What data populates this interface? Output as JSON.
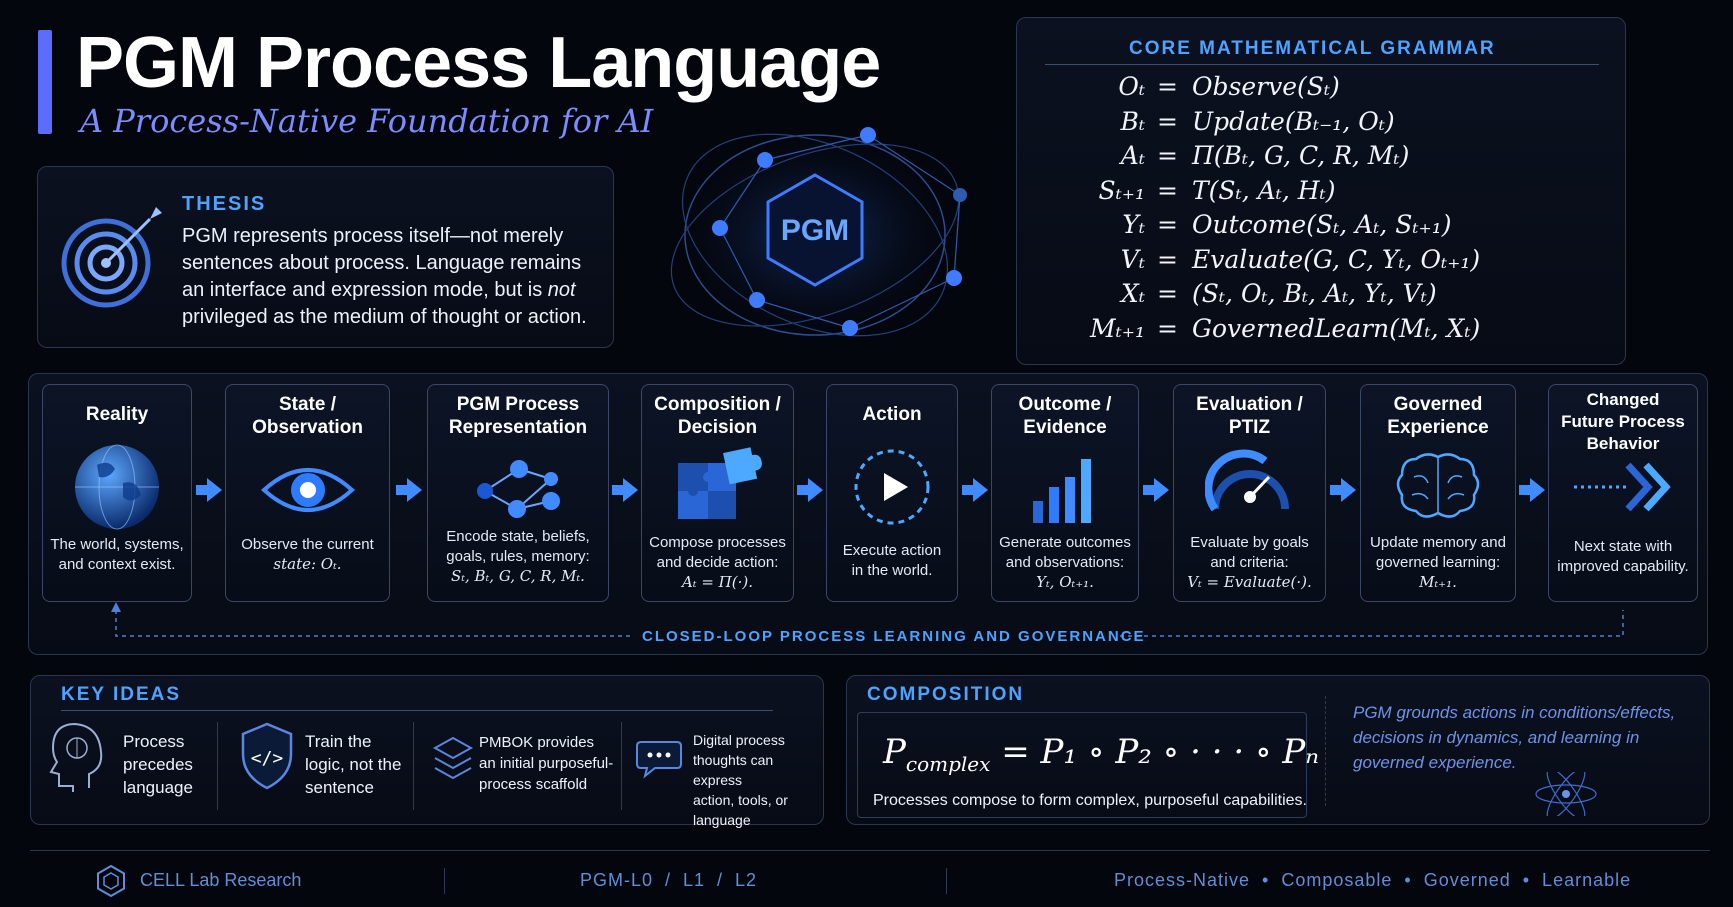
{
  "header": {
    "title": "PGM Process Language",
    "subtitle": "A Process-Native Foundation for AI"
  },
  "thesis": {
    "heading": "THESIS",
    "text_part1": "PGM represents process itself—not merely sentences about process. Language remains an interface and expression mode, but is ",
    "text_emphasis": "not",
    "text_part2": " privileged as the medium of thought or action."
  },
  "center_graphic": {
    "label": "PGM"
  },
  "grammar": {
    "heading": "CORE MATHEMATICAL GRAMMAR",
    "rows": [
      {
        "lhs": "Oₜ",
        "rhs": "Observe(Sₜ)"
      },
      {
        "lhs": "Bₜ",
        "rhs": "Update(Bₜ₋₁, Oₜ)"
      },
      {
        "lhs": "Aₜ",
        "rhs": "Π(Bₜ, G, C, R, Mₜ)"
      },
      {
        "lhs": "Sₜ₊₁",
        "rhs": "T(Sₜ, Aₜ, Hₜ)"
      },
      {
        "lhs": "Yₜ",
        "rhs": "Outcome(Sₜ, Aₜ, Sₜ₊₁)"
      },
      {
        "lhs": "Vₜ",
        "rhs": "Evaluate(G, C, Yₜ, Oₜ₊₁)"
      },
      {
        "lhs": "Xₜ",
        "rhs": "(Sₜ, Oₜ, Bₜ, Aₜ, Yₜ, Vₜ)"
      },
      {
        "lhs": "Mₜ₊₁",
        "rhs": "GovernedLearn(Mₜ, Xₜ)"
      }
    ],
    "equals": "="
  },
  "pipeline": {
    "steps": [
      {
        "title": "Reality",
        "desc": "The world, systems,\nand context exist.",
        "math": ""
      },
      {
        "title": "State /\nObservation",
        "desc": "Observe the current",
        "math": "state:  Oₜ."
      },
      {
        "title": "PGM Process\nRepresentation",
        "desc": "Encode state, beliefs,\ngoals, rules, memory:",
        "math": "Sₜ, Bₜ, G, C, R, Mₜ."
      },
      {
        "title": "Composition /\nDecision",
        "desc": "Compose processes\nand decide action:",
        "math": "Aₜ = Π(·)."
      },
      {
        "title": "Action",
        "desc": "Execute action\nin the world.",
        "math": ""
      },
      {
        "title": "Outcome /\nEvidence",
        "desc": "Generate outcomes\nand observations:",
        "math": "Yₜ, Oₜ₊₁."
      },
      {
        "title": "Evaluation /\nPTIZ",
        "desc": "Evaluate by goals\nand criteria:",
        "math": "Vₜ = Evaluate(·)."
      },
      {
        "title": "Governed\nExperience",
        "desc": "Update memory and\ngoverned learning:",
        "math": "Mₜ₊₁."
      },
      {
        "title": "Changed\nFuture Process\nBehavior",
        "desc": "Next state with\nimproved capability.",
        "math": ""
      }
    ],
    "loop_label": "CLOSED-LOOP PROCESS LEARNING AND GOVERNANCE"
  },
  "key_ideas": {
    "heading": "KEY IDEAS",
    "items": [
      {
        "icon": "head-icon",
        "text": "Process\nprecedes\nlanguage"
      },
      {
        "icon": "code-shield-icon",
        "text": "Train the\nlogic, not the\nsentence"
      },
      {
        "icon": "layers-icon",
        "text": "PMBOK provides\nan initial purposeful-\nprocess scaffold"
      },
      {
        "icon": "chat-icon",
        "text": "Digital process\nthoughts can express\naction, tools, or\nlanguage"
      }
    ]
  },
  "composition": {
    "heading": "COMPOSITION",
    "formula_lhs": "P",
    "formula_lhs_sub": "complex",
    "formula_rhs": "= P₁ ∘ P₂ ∘ · · · ∘ Pₙ",
    "caption": "Processes compose to form complex, purposeful capabilities.",
    "side_note": "PGM grounds actions in conditions/effects, decisions in dynamics, and learning in governed experience."
  },
  "footer": {
    "org": "CELL Lab Research",
    "levels": "PGM-L0  /  L1  /  L2",
    "tags": "Process-Native  •  Composable  •  Governed  •  Learnable"
  },
  "colors": {
    "accent": "#4da3ff",
    "violet": "#7b8cff",
    "background": "#04060d"
  }
}
